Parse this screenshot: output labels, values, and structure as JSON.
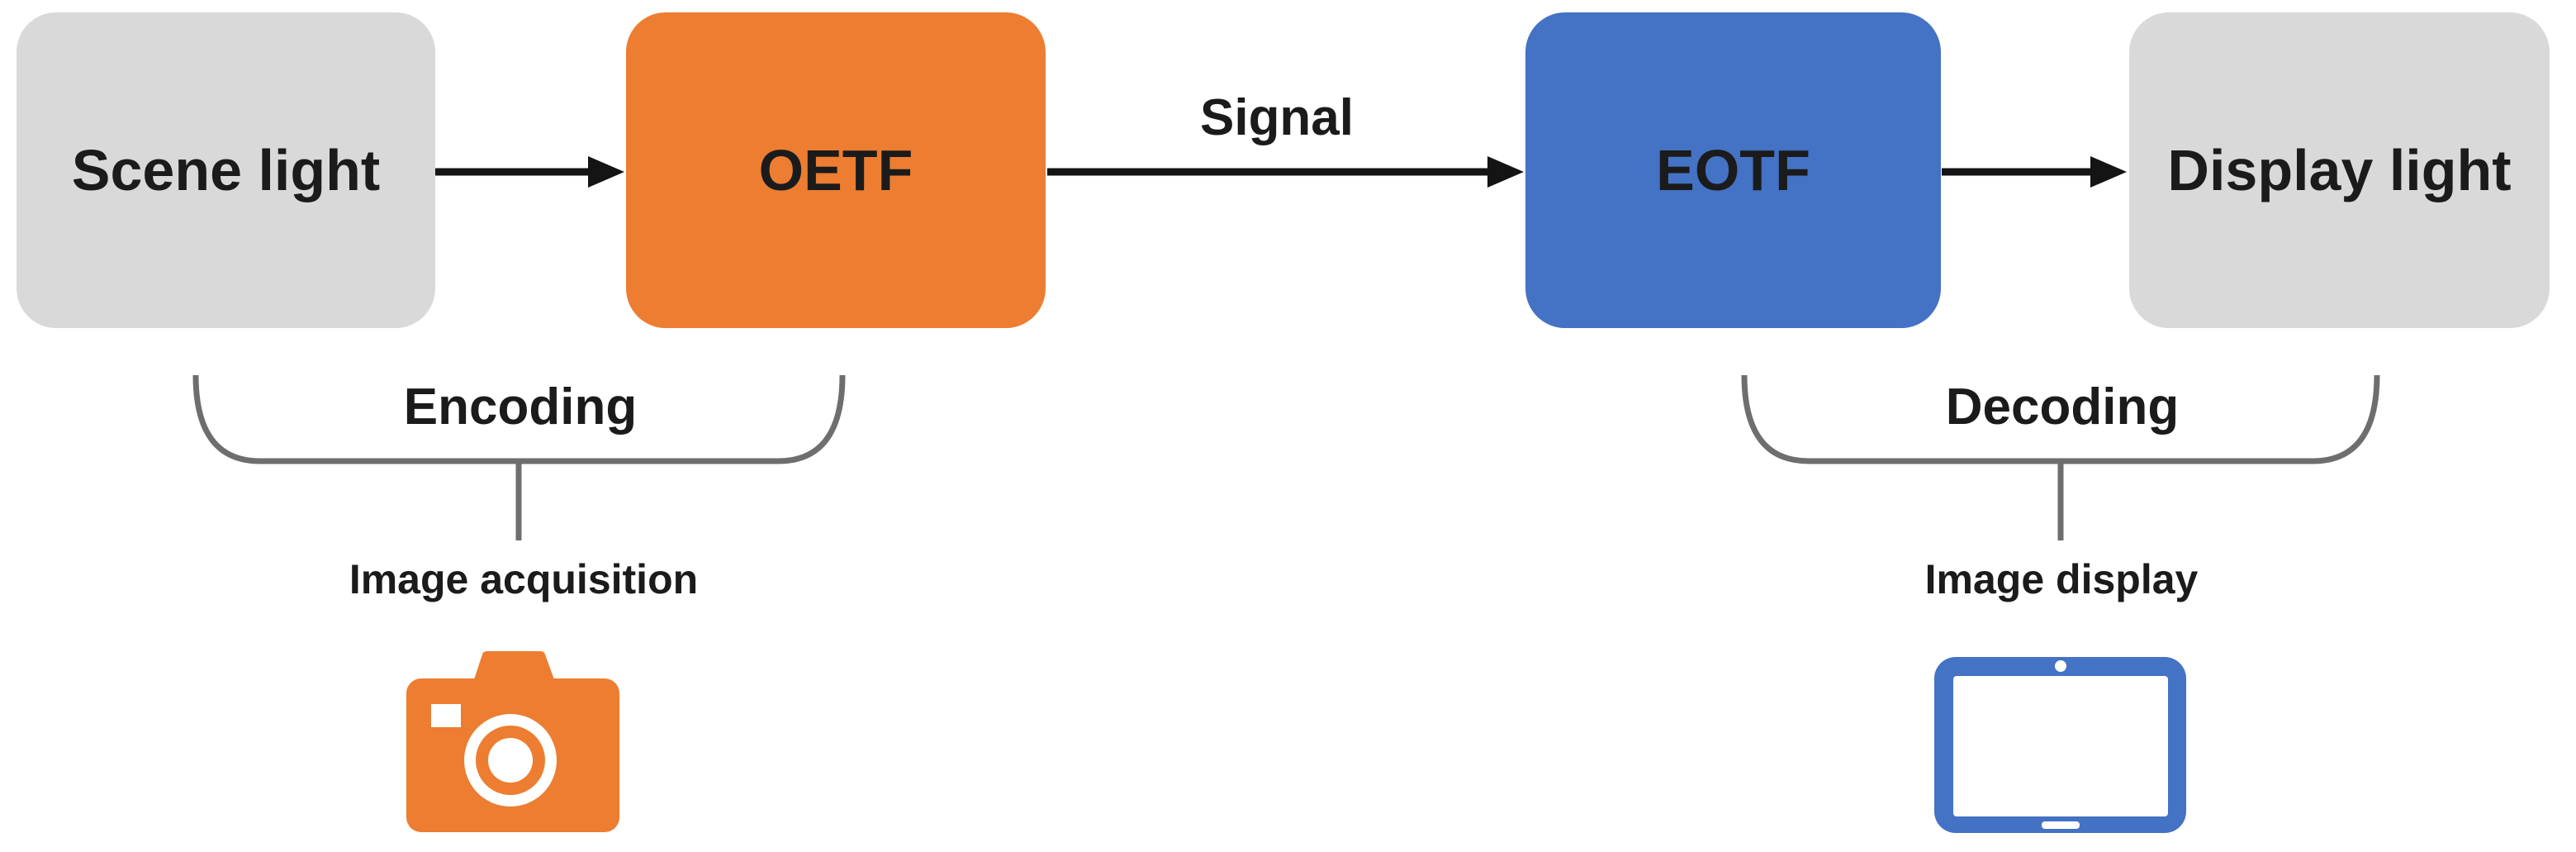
{
  "colors": {
    "background": "#ffffff",
    "node-gray": "#d9d9d9",
    "accent-orange": "#ed7d31",
    "accent-blue": "#4472c4",
    "brace-gray": "#6e6e6e",
    "arrow-black": "#141414",
    "text-dark": "#1b1b1b"
  },
  "flow": {
    "scene_light": {
      "label": "Scene light"
    },
    "oetf": {
      "label": "OETF"
    },
    "signal": {
      "label": "Signal"
    },
    "eotf": {
      "label": "EOTF"
    },
    "display_light": {
      "label": "Display light"
    }
  },
  "groups": {
    "encoding": {
      "label": "Encoding",
      "sublabel": "Image acquisition",
      "icon": "camera-icon"
    },
    "decoding": {
      "label": "Decoding",
      "sublabel": "Image display",
      "icon": "tablet-icon"
    }
  }
}
